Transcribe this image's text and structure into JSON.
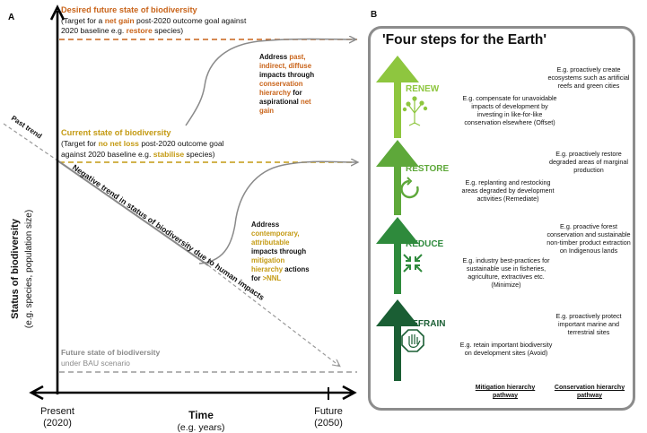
{
  "panel_a": {
    "label": "A",
    "desired_title": "Desired future state of biodiversity",
    "desired_sub1_pre": "(Target for a ",
    "desired_sub1_hi": "net gain",
    "desired_sub1_post": " post-2020 outcome goal against",
    "desired_sub2_pre": "2020 baseline e.g. ",
    "desired_sub2_hi": "restore",
    "desired_sub2_post": " species)",
    "current_title": "Current state of biodiversity",
    "current_sub1_pre": "(Target for ",
    "current_sub1_hi": "no net loss",
    "current_sub1_post": " post-2020 outcome goal",
    "current_sub2_pre": "against 2020 baseline e.g. ",
    "current_sub2_hi": "stabilise",
    "current_sub2_post": " species)",
    "past_trend": "Past trend",
    "negative_trend": "Negative trend in status of biodiversity due to human impacts",
    "bau_line1": "Future state of biodiversity",
    "bau_line2": "under BAU scenario",
    "address_top": [
      {
        "text": "Address ",
        "c": "dark"
      },
      {
        "text": "past,",
        "c": "orange"
      },
      {
        "text": "indirect, diffuse",
        "c": "orange"
      },
      {
        "text": "impacts through",
        "c": "dark"
      },
      {
        "text": "conservation",
        "c": "orange"
      },
      {
        "text": "hierarchy",
        "c": "orange"
      },
      {
        "text": " for",
        "c": "dark"
      },
      {
        "text": "aspirational ",
        "c": "dark"
      },
      {
        "text": "net",
        "c": "orange"
      },
      {
        "text": "gain",
        "c": "orange"
      }
    ],
    "address_bottom": [
      {
        "text": "Address",
        "c": "dark"
      },
      {
        "text": "contemporary,",
        "c": "gold"
      },
      {
        "text": "attributable",
        "c": "gold"
      },
      {
        "text": "impacts through",
        "c": "dark"
      },
      {
        "text": "mitigation",
        "c": "gold"
      },
      {
        "text": "hierarchy",
        "c": "gold"
      },
      {
        "text": " actions",
        "c": "dark"
      },
      {
        "text": "for ",
        "c": "dark"
      },
      {
        "text": ">NNL",
        "c": "gold"
      }
    ],
    "y_axis_title": "Status of biodiversity",
    "y_axis_sub": "(e.g. species, population size)",
    "x_axis_title": "Time",
    "x_axis_sub": "(e.g. years)",
    "present_label": "Present",
    "present_year": "(2020)",
    "future_label": "Future",
    "future_year": "(2050)"
  },
  "panel_b": {
    "label": "B",
    "title": "'Four steps for the Earth'",
    "steps": [
      {
        "name": "RENEW",
        "mitigation": "E.g. compensate for unavoidable impacts of development by investing in like-for-like conservation elsewhere (Offset)",
        "conservation": "E.g. proactively create ecosystems such as artificial reefs and green cities",
        "icon": "tree-icon"
      },
      {
        "name": "RESTORE",
        "mitigation": "E.g. replanting and restocking areas degraded by development activities (Remediate)",
        "conservation": "E.g. proactively restore degraded areas of marginal production",
        "icon": "circular-arrow-icon"
      },
      {
        "name": "REDUCE",
        "mitigation": "E.g. industry best-practices for sustainable use in fisheries, agriculture, extractives etc. (Minimize)",
        "conservation": "E.g. proactive forest conservation and sustainable non-timber product extraction on Indigenous lands",
        "icon": "shrink-arrows-icon"
      },
      {
        "name": "REFRAIN",
        "mitigation": "E.g. retain important biodiversity on development sites (Avoid)",
        "conservation": "E.g. proactively protect important marine and terrestrial sites",
        "icon": "stop-hand-icon"
      }
    ],
    "footer_mitigation_1": "Mitigation hierarchy",
    "footer_mitigation_2": "pathway",
    "footer_conservation_1": "Conservation hierarchy",
    "footer_conservation_2": "pathway"
  },
  "colors": {
    "orange": "#c9641a",
    "gold": "#c49a12",
    "grey": "#8a8a8a",
    "renew": "#8ec63f",
    "restore": "#5ea83a",
    "reduce": "#2e8a3c",
    "refrain": "#1a5e34"
  }
}
